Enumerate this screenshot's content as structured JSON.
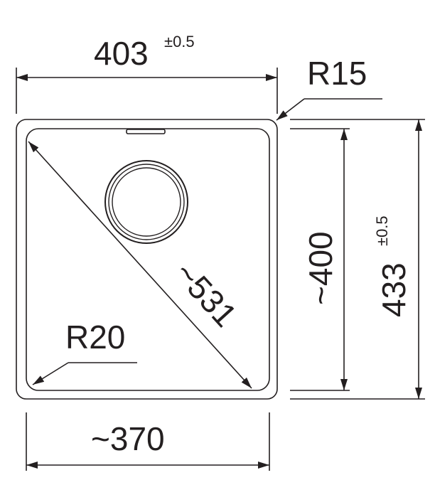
{
  "dimensions": {
    "top_width": {
      "value": "403",
      "tolerance": "±0.5"
    },
    "outer_radius": "R15",
    "inner_radius": "R20",
    "diagonal": "~531",
    "inner_height": "~400",
    "outer_height": {
      "value": "433",
      "tolerance": "±0.5"
    },
    "inner_width": "~370"
  },
  "colors": {
    "line": "#231f20",
    "background": "#ffffff"
  }
}
